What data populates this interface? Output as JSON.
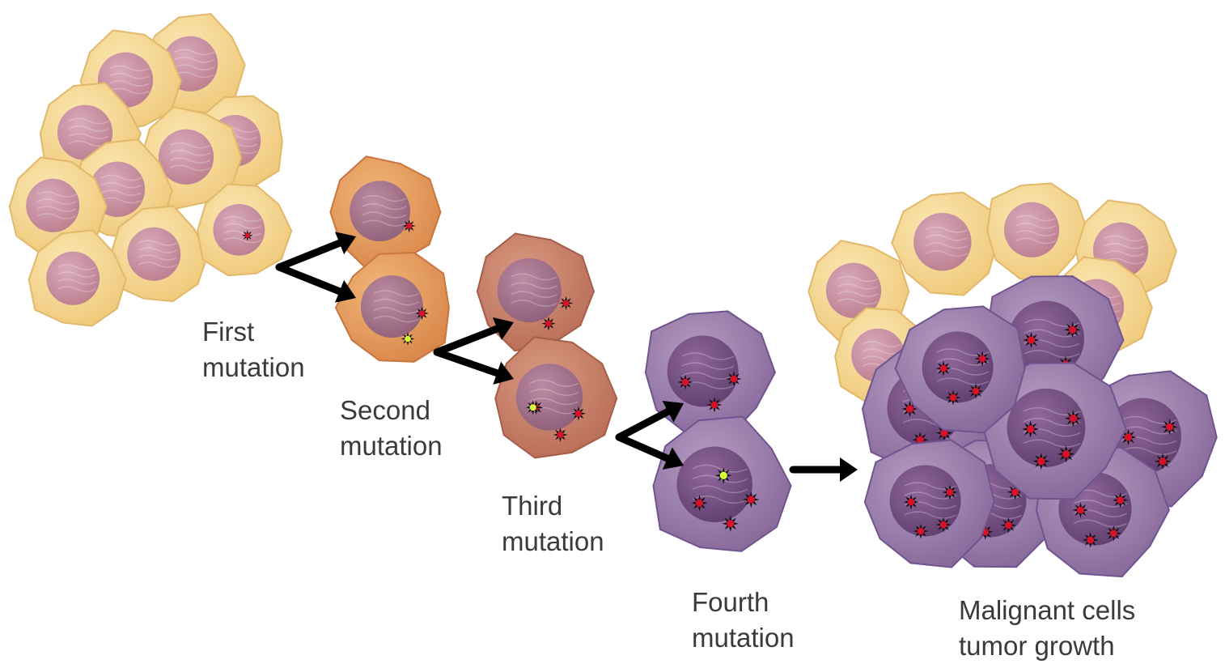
{
  "stages": [
    {
      "id": "first",
      "lines": [
        "First",
        "mutation"
      ],
      "cell_color": "orange"
    },
    {
      "id": "second",
      "lines": [
        "Second",
        "mutation"
      ],
      "cell_color": "orange-brown"
    },
    {
      "id": "third",
      "lines": [
        "Third",
        "mutation"
      ],
      "cell_color": "brown-purple"
    },
    {
      "id": "fourth",
      "lines": [
        "Fourth",
        "mutation"
      ],
      "cell_color": "purple"
    },
    {
      "id": "malignant",
      "lines": [
        "Malignant cells",
        "tumor growth"
      ],
      "cell_color": "purple"
    }
  ],
  "colors": {
    "normal_cell": "#f3d58f",
    "normal_nucleus": "#c98a9c",
    "orange_cell": "#e9a25f",
    "brown_cell": "#c8806a",
    "purple_cell": "#9c7fa8",
    "purple_nucleus": "#6f4a7a",
    "mutation_red": "#d8102a",
    "mutation_yellow": "#d7ff3a",
    "arrow": "#000000"
  }
}
